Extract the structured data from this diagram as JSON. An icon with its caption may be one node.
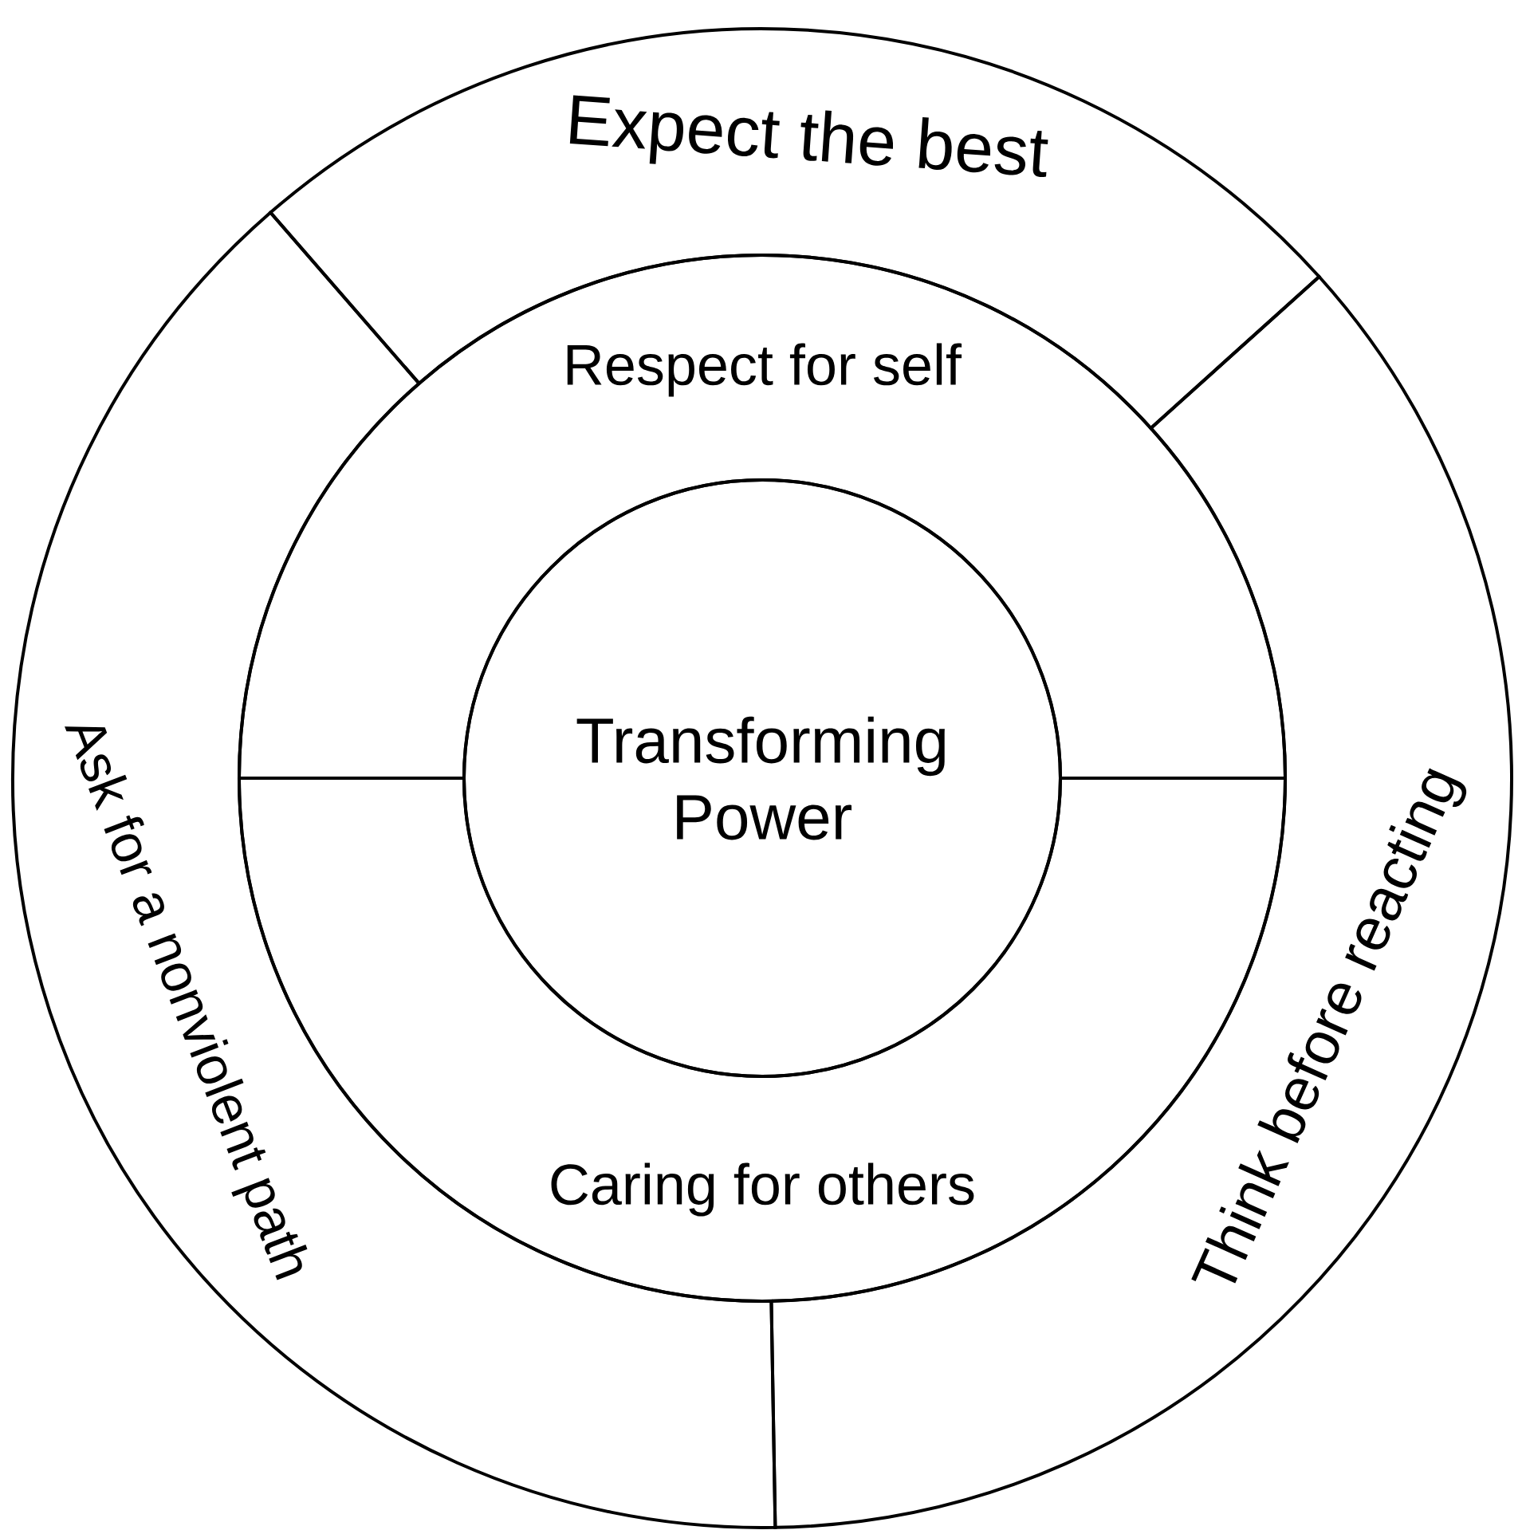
{
  "diagram": {
    "nodes": [
      {
        "text": [
          "Expect the best"
        ]
      },
      {
        "text": [
          "Respect for self"
        ]
      },
      {
        "text": [
          "Ask for a nonviolent path"
        ]
      },
      {
        "text": [
          "Transforming Power"
        ]
      },
      {
        "text": [
          "Think before reacting"
        ]
      },
      {
        "text": [
          "Caring for others"
        ]
      }
    ]
  }
}
